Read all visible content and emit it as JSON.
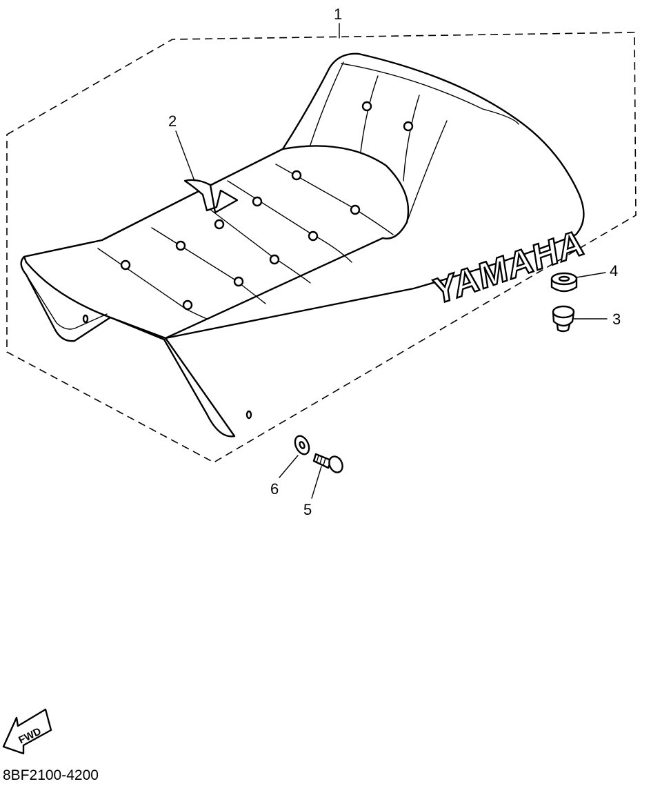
{
  "diagram": {
    "callouts": [
      {
        "id": 1,
        "label": "1"
      },
      {
        "id": 2,
        "label": "2"
      },
      {
        "id": 3,
        "label": "3"
      },
      {
        "id": 4,
        "label": "4"
      },
      {
        "id": 5,
        "label": "5"
      },
      {
        "id": 6,
        "label": "6"
      }
    ],
    "brand_text": "YAMAHA",
    "direction_arrow_text": "FWD",
    "part_code": "8BF2100-4200"
  }
}
